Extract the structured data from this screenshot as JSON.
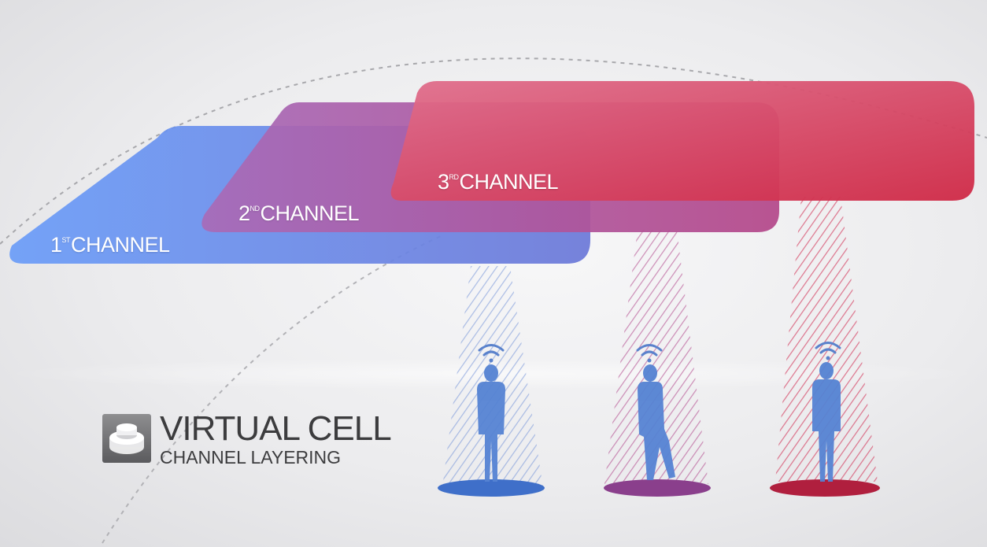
{
  "channels": [
    {
      "num": "1",
      "suffix": "ST",
      "label": "CHANNEL",
      "color": "#6f9ff5"
    },
    {
      "num": "2",
      "suffix": "ND",
      "label": "CHANNEL",
      "color": "#a35aa6"
    },
    {
      "num": "3",
      "suffix": "RD",
      "label": "CHANNEL",
      "color": "#d9395a"
    }
  ],
  "title": {
    "main": "VIRTUAL CELL",
    "sub": "CHANNEL LAYERING"
  },
  "icons": [
    "wifi-icon",
    "person-icon",
    "virtual-cell-logo-icon"
  ],
  "colors": {
    "user_figure": "#4f7fd0",
    "text": "#3c3c3e"
  }
}
